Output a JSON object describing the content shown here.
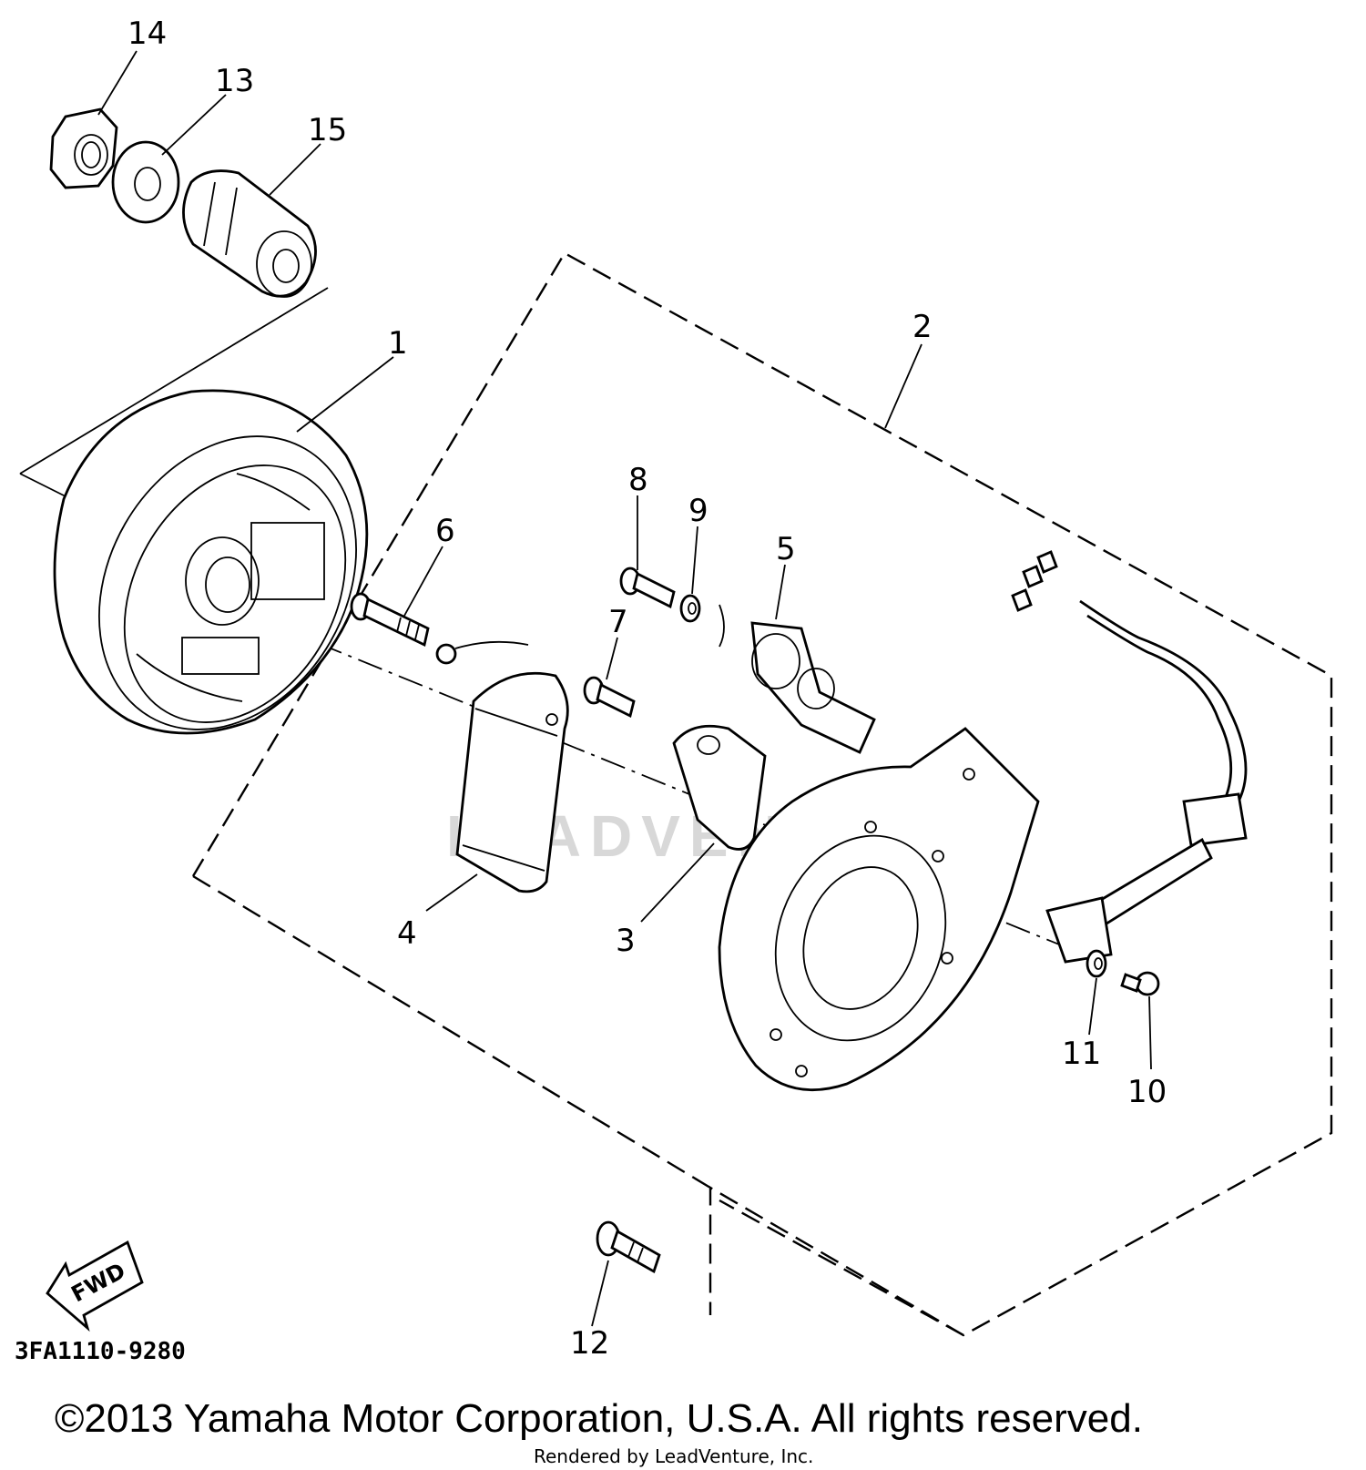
{
  "labels": {
    "p1": "1",
    "p2": "2",
    "p3": "3",
    "p4": "4",
    "p5": "5",
    "p6": "6",
    "p7": "7",
    "p8": "8",
    "p9": "9",
    "p10": "10",
    "p11": "11",
    "p12": "12",
    "p13": "13",
    "p14": "14",
    "p15": "15"
  },
  "fwd_arrow": "FWD",
  "diagram_code": "3FA1110-9280",
  "copyright": "©2013 Yamaha Motor Corporation, U.S.A. All rights reserved.",
  "rendered_by": "Rendered by LeadVenture, Inc.",
  "watermark": "LEADVENTURE"
}
